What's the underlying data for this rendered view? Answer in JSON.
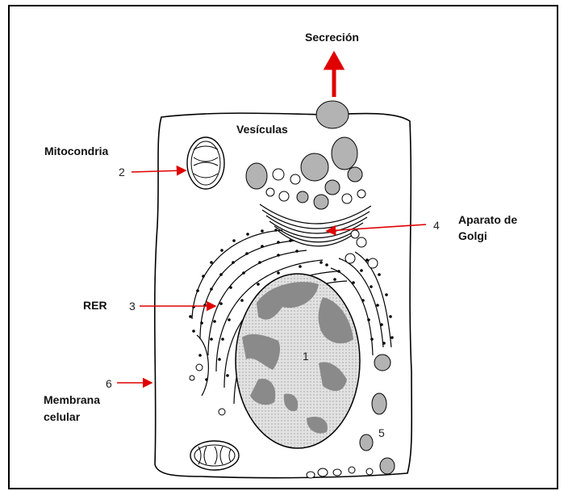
{
  "labels": {
    "secretion": "Secreción",
    "vesicles": "Vesículas",
    "mitochondria": "Mitocondria",
    "golgi_line1": "Aparato de",
    "golgi_line2": "Golgi",
    "rer": "RER",
    "membrane_line1": "Membrana",
    "membrane_line2": "celular"
  },
  "numbers": {
    "nucleus": "1",
    "mitochondria": "2",
    "rer": "3",
    "golgi": "4",
    "vesicle": "5",
    "membrane": "6"
  },
  "colors": {
    "arrow": "#e00000",
    "outline": "#000000",
    "vesicle_fill": "#b3b3b3",
    "nucleus_fill": "#d4d4d4",
    "chromatin_fill": "#8a8a8a"
  }
}
